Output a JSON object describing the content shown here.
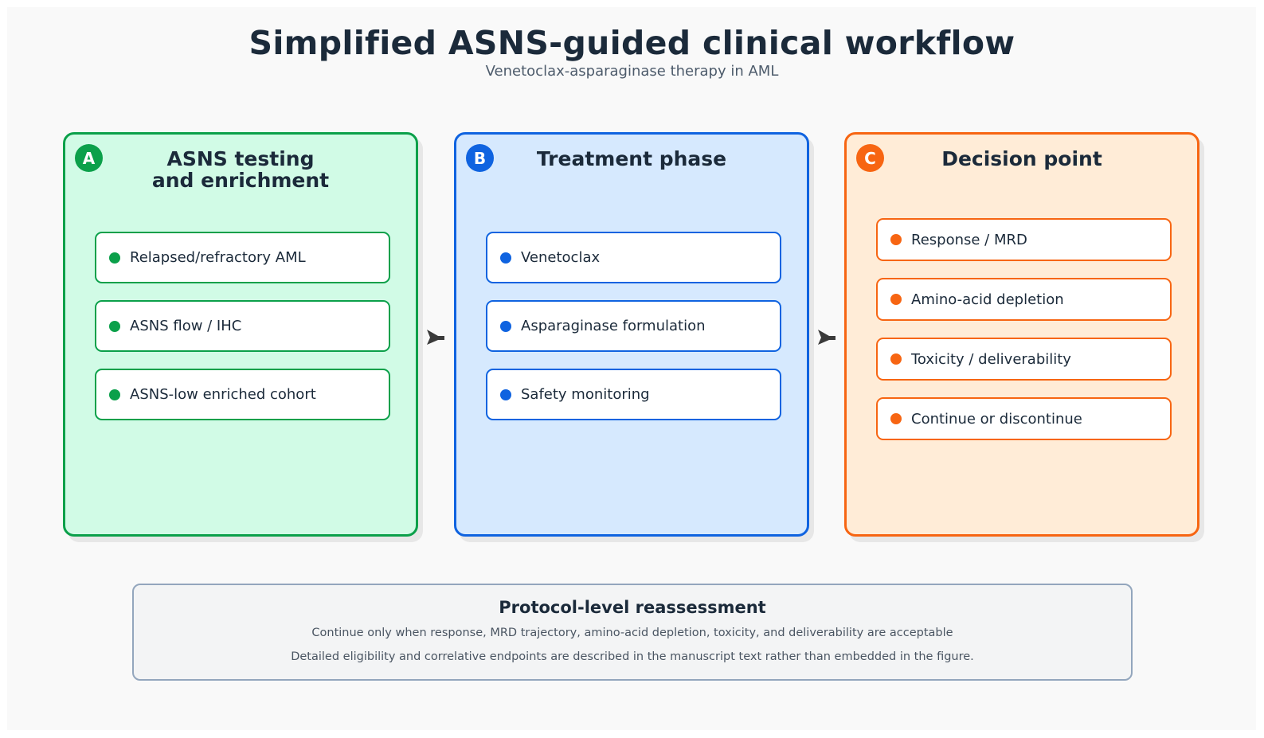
{
  "header": {
    "title": "Simplified ASNS-guided clinical workflow",
    "subtitle": "Venetoclax-asparaginase therapy in AML"
  },
  "panels": [
    {
      "badge": "A",
      "title": "ASNS testing\nand enrichment",
      "color": "#0ba04a",
      "fill": "#d1fbe6",
      "items": [
        "Relapsed/refractory AML",
        "ASNS flow / IHC",
        "ASNS-low enriched cohort"
      ]
    },
    {
      "badge": "B",
      "title": "Treatment phase",
      "color": "#0f63e0",
      "fill": "#d6e9fe",
      "items": [
        "Venetoclax",
        "Asparaginase formulation",
        "Safety monitoring"
      ]
    },
    {
      "badge": "C",
      "title": "Decision point",
      "color": "#f76512",
      "fill": "#ffecd7",
      "items": [
        "Response / MRD",
        "Amino-acid depletion",
        "Toxicity / deliverability",
        "Continue or discontinue"
      ]
    }
  ],
  "connectors": {
    "icon": "arrow-right-icon",
    "color": "#3a3a3a"
  },
  "reassessment": {
    "title": "Protocol-level reassessment",
    "line1": "Continue only when response, MRD trajectory, amino-acid depletion, toxicity, and deliverability are acceptable",
    "line2": "Detailed eligibility and correlative endpoints are described in the manuscript text rather than embedded in the figure.",
    "border_color": "#93a6bd"
  }
}
